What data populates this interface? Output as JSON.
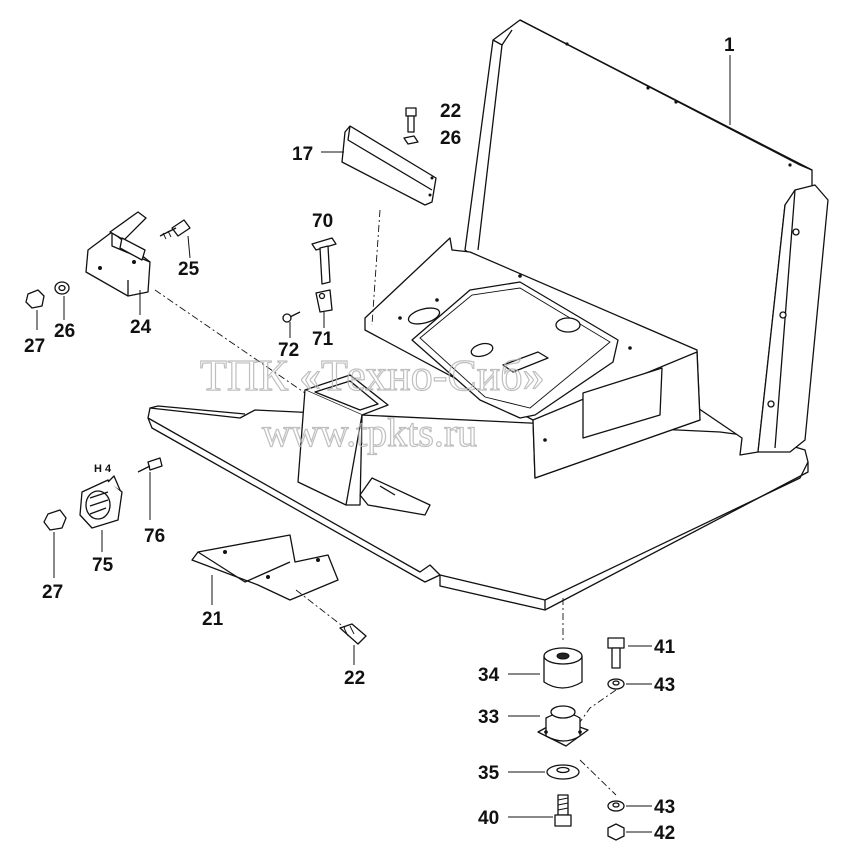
{
  "watermark": {
    "line1": "ТПК «Техно-Сиб»",
    "line2": "www.tpkts.ru"
  },
  "labels": {
    "l1": "1",
    "l22a": "22",
    "l26a": "26",
    "l17": "17",
    "l70": "70",
    "l25": "25",
    "l24": "24",
    "l26b": "26",
    "l27a": "27",
    "l72": "72",
    "l71": "71",
    "h4": "H 4",
    "l76": "76",
    "l75": "75",
    "l27b": "27",
    "l21": "21",
    "l22b": "22",
    "l34": "34",
    "l41": "41",
    "l43a": "43",
    "l33": "33",
    "l35": "35",
    "l43b": "43",
    "l40": "40",
    "l42": "42"
  },
  "colors": {
    "line": "#111111",
    "watermark": "#b5b5b5",
    "background": "#ffffff"
  }
}
